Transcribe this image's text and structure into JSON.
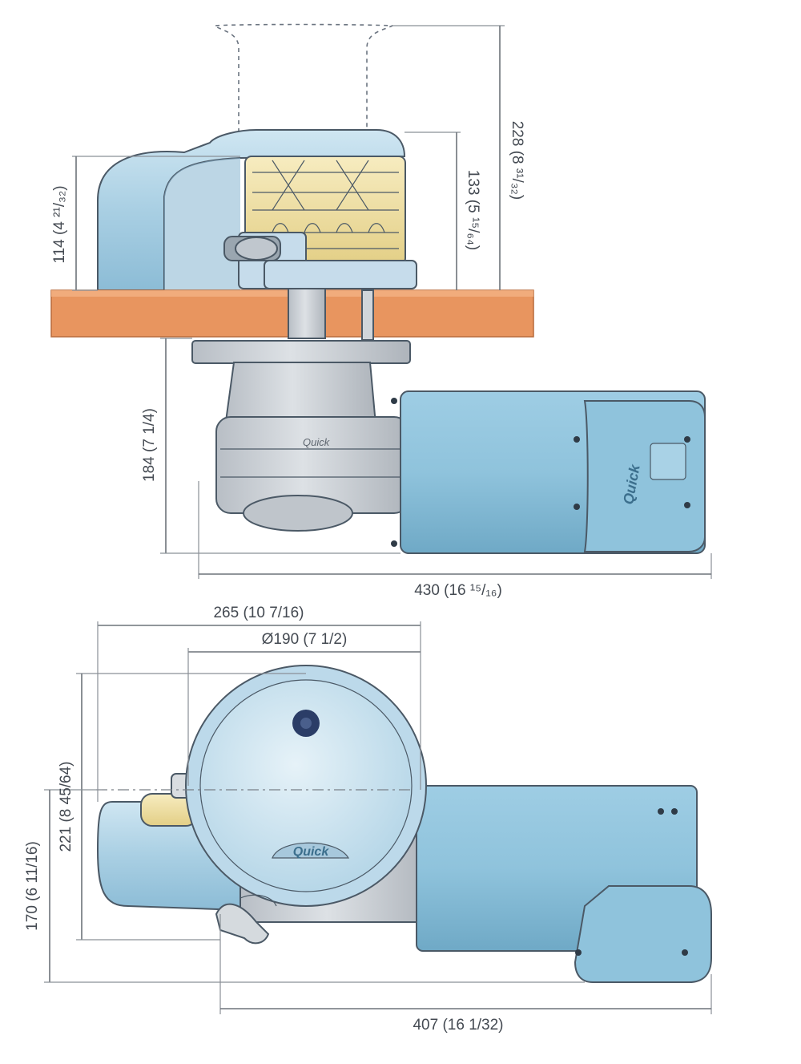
{
  "diagram": {
    "side_view": {
      "dimensions": {
        "above_deck_height": "114 (4 ²¹/₃₂)",
        "gypsy_height": "133 (5 ¹⁵/₆₄)",
        "overall_top_height": "228 (8 ³¹/₃₂)",
        "below_deck_depth": "184 (7 1/4)",
        "overall_length": "430 (16 ¹⁵/₁₆)"
      },
      "motor_logo_text": "Quick",
      "gearbox_logo_text": "Quick"
    },
    "top_view": {
      "dimensions": {
        "width_to_gypsy": "265 (10 7/16)",
        "cover_diameter": "Ø190 (7 1/2)",
        "cover_height": "221 (8 45/64)",
        "total_depth": "170 (6 11/16)",
        "overall_length": "407 (16 1/32)"
      },
      "cover_logo_text": "Quick"
    },
    "colors": {
      "body_blue": "#a9cfe3",
      "motor_blue": "#8fc3dc",
      "deck_orange": "#e8955f",
      "gypsy_yellow": "#f2e3a8",
      "metal_grey": "#c9ced4"
    }
  }
}
